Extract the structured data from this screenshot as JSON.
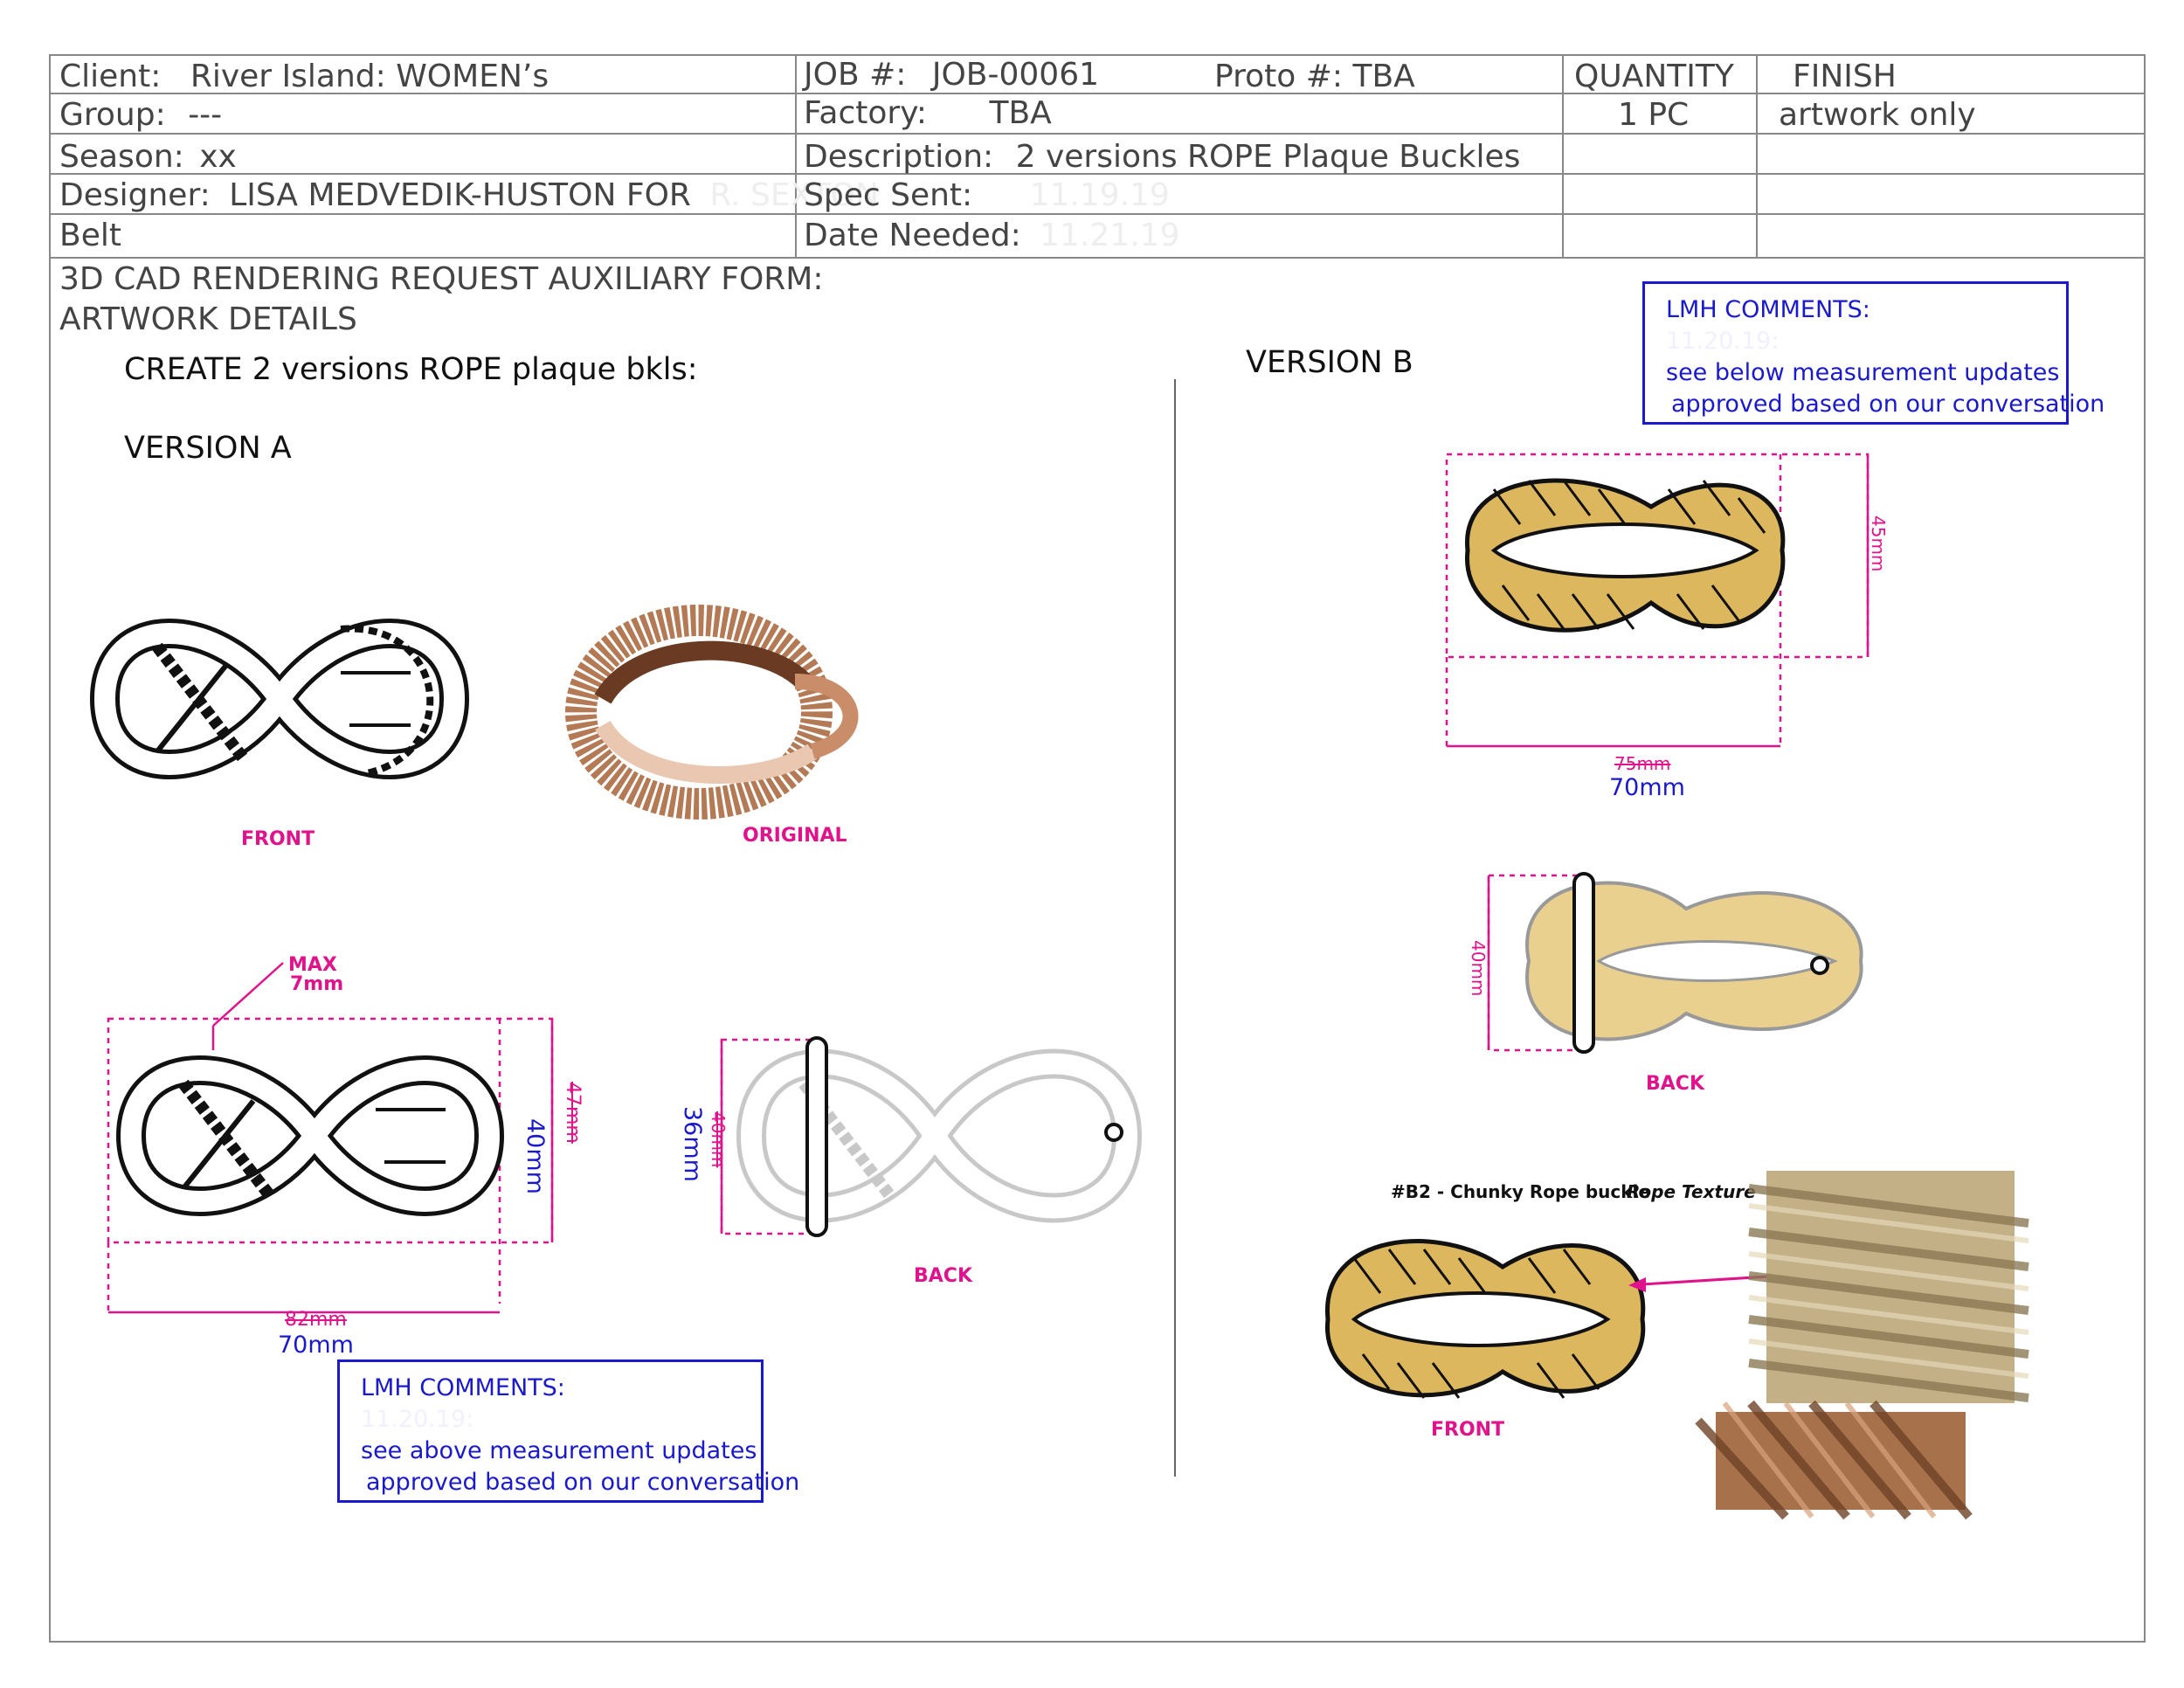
{
  "header": {
    "client_label": "Client:",
    "client_value": "River Island: WOMEN’s",
    "group_label": "Group:",
    "group_value": "---",
    "season_label": "Season:",
    "season_value": "xx",
    "designer_label": "Designer:",
    "designer_value": "LISA MEDVEDIK-HUSTON FOR",
    "designer_faint": "R. SEXTON",
    "category": "Belt",
    "job_label": "JOB #:",
    "job_value": "JOB-00061",
    "proto_label": "Proto #:",
    "proto_value": "TBA",
    "factory_label": "Factory:",
    "factory_value": "TBA",
    "description_label": "Description:",
    "description_value": "2 versions ROPE Plaque Buckles",
    "spec_sent_label": "Spec Sent:",
    "spec_sent_value": "11.19.19",
    "date_needed_label": "Date Needed:",
    "date_needed_value": "11.21.19",
    "quantity_label": "QUANTITY",
    "quantity_value": "1 PC",
    "finish_label": "FINISH",
    "finish_value": "artwork only"
  },
  "form": {
    "title_line1": "3D CAD RENDERING REQUEST AUXILIARY FORM:",
    "title_line2": "ARTWORK DETAILS",
    "instruction": "CREATE 2 versions ROPE plaque bkls:"
  },
  "version_a": {
    "heading": "VERSION A",
    "front_label": "FRONT",
    "original_label": "ORIGINAL",
    "back_label": "BACK",
    "max_label": "MAX",
    "max_value": "7mm",
    "width_old": "82mm",
    "width_new": "70mm",
    "height_new": "40mm",
    "height_old": "47mm",
    "back_height_old": "40mm",
    "back_height_new": "36mm",
    "comments": {
      "title": "LMH COMMENTS:",
      "date": "11.20.19:",
      "line1": "see above measurement updates",
      "line2": "approved based on our conversation"
    }
  },
  "version_b": {
    "heading": "VERSION B",
    "height": "45mm",
    "width_old": "75mm",
    "width_new": "70mm",
    "back_height": "40mm",
    "back_label": "BACK",
    "front_label": "FRONT",
    "ref_title": "#B2 - Chunky Rope buckle",
    "ref_texture": "Rope Texture",
    "comments": {
      "title": "LMH COMMENTS:",
      "date": "11.20.19:",
      "line1": "see below measurement updates",
      "line2": "approved based on our conversation"
    }
  },
  "colors": {
    "dimension": "#e0138c",
    "comment": "#1a1acc",
    "gold": "#d9b45a",
    "rose_gold": "#c98d6a"
  }
}
